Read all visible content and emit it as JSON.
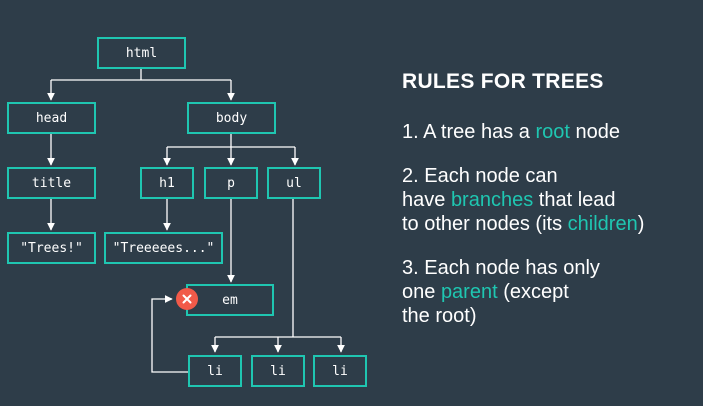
{
  "colors": {
    "background": "#2e3d49",
    "accent": "#1fc6b1",
    "text": "#ffffff",
    "line": "#ffffff",
    "error": "#f15a49"
  },
  "icons": {
    "error_badge": "close-x-icon"
  },
  "tree": {
    "html": "html",
    "head": "head",
    "body": "body",
    "title": "title",
    "h1": "h1",
    "p": "p",
    "ul": "ul",
    "trees_text": "\"Trees!\"",
    "treeeees_text": "\"Treeeees...\"",
    "em": "em",
    "li_1": "li",
    "li_2": "li",
    "li_3": "li"
  },
  "rules": {
    "heading": "RULES FOR TREES",
    "rule1": {
      "pre": "1. A tree has a ",
      "hl": "root",
      "post": " node"
    },
    "rule2": {
      "line1": "2. Each node can",
      "line2_pre": "have ",
      "line2_hl": "branches",
      "line2_post": " that lead",
      "line3_pre": "to other nodes (its ",
      "line3_hl": "children",
      "line3_post": ")"
    },
    "rule3": {
      "line1": "3. Each node has only",
      "line2_pre": "one ",
      "line2_hl": "parent",
      "line2_post": " (except",
      "line3": "the root)"
    }
  }
}
